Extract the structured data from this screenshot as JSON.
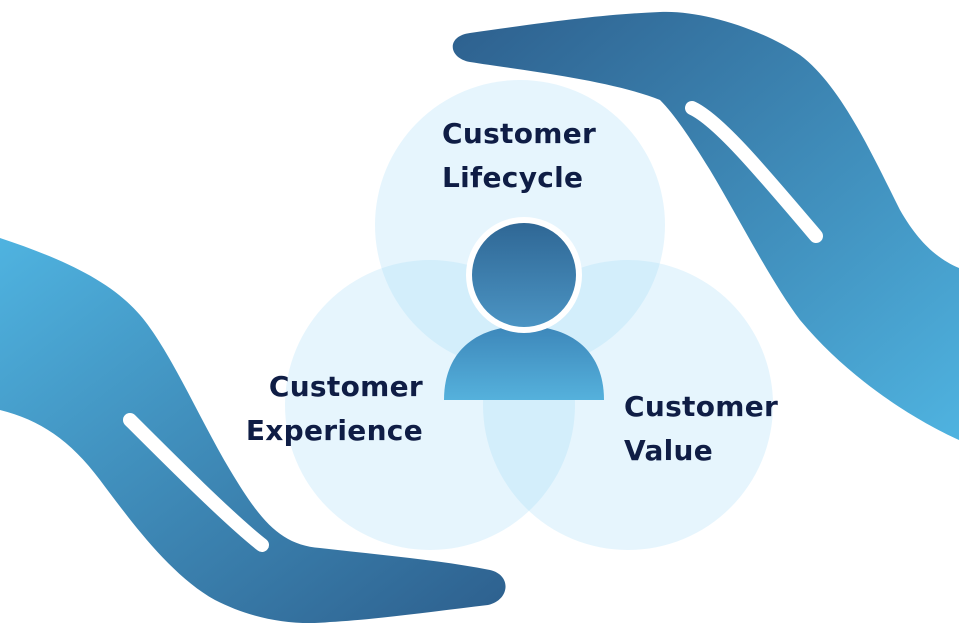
{
  "diagram": {
    "circles": [
      {
        "id": "lifecycle",
        "line1": "Customer",
        "line2": "Lifecycle"
      },
      {
        "id": "experience",
        "line1": "Customer",
        "line2": "Experience"
      },
      {
        "id": "value",
        "line1": "Customer",
        "line2": "Value"
      }
    ]
  },
  "colors": {
    "circle_fill": "#e6f5fd",
    "overlap_fill": "#cfecfb",
    "text": "#0f1d45",
    "hand_dark": "#2d5f8d",
    "hand_light": "#4cb0dd",
    "person_dark": "#2f6b96",
    "person_light": "#4ea9d4"
  },
  "icons": {
    "person": "person-icon",
    "hand_top": "hand-top-right-icon",
    "hand_bottom": "hand-bottom-left-icon"
  }
}
